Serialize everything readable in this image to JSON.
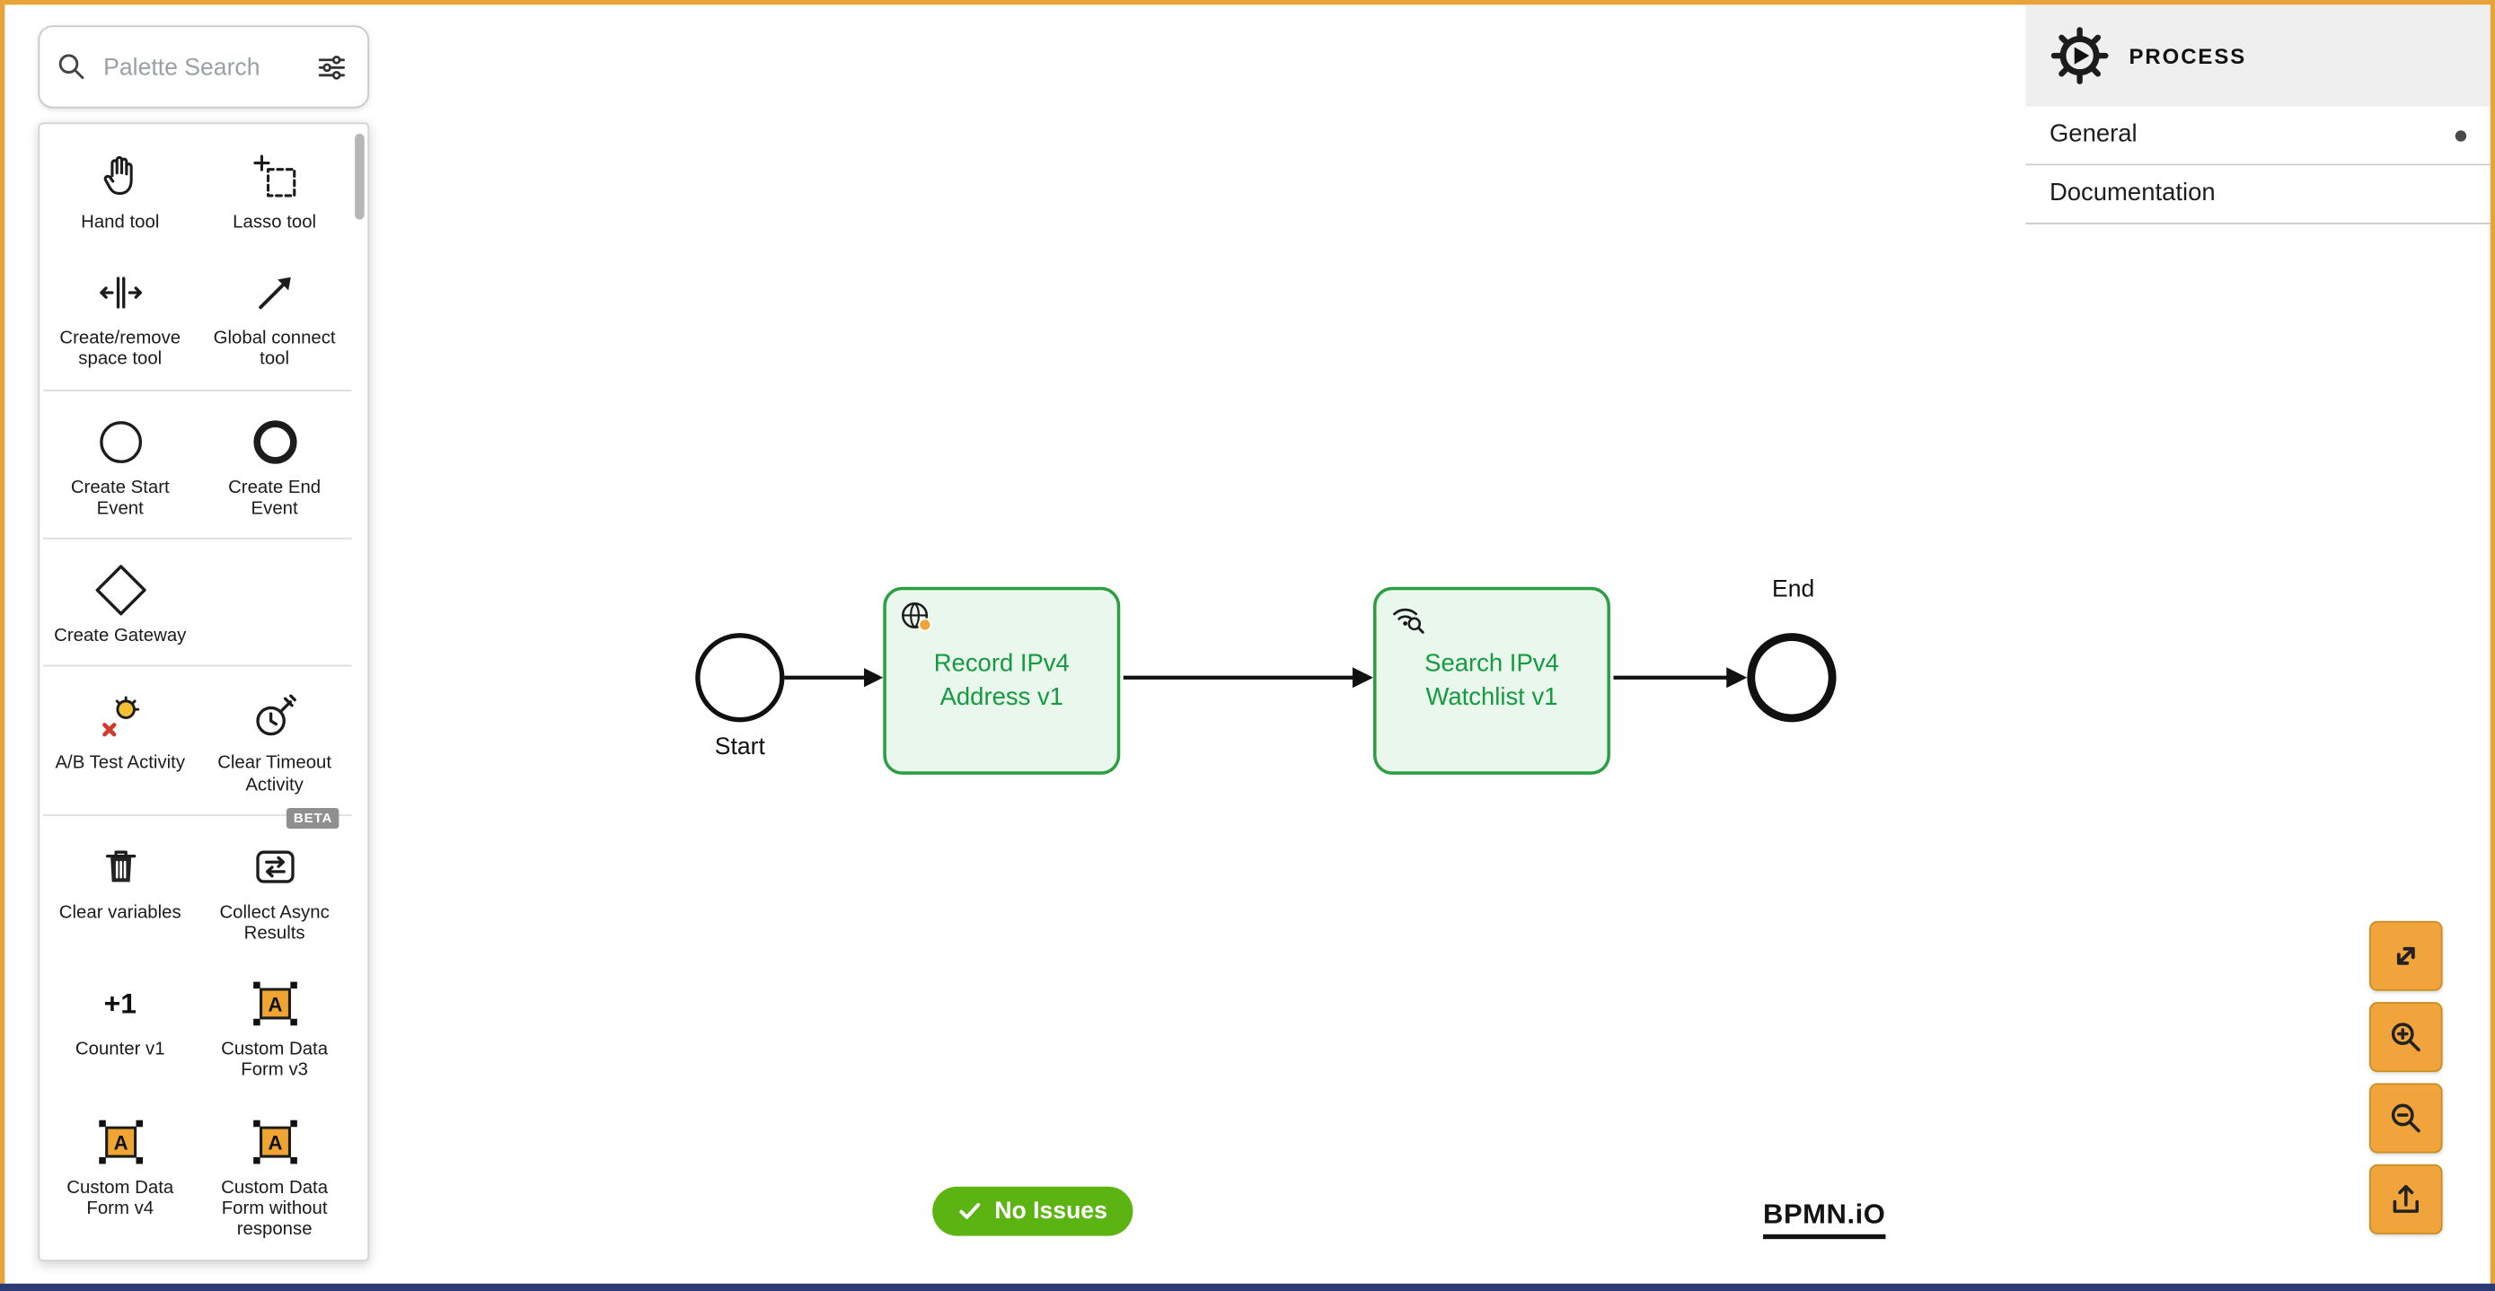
{
  "colors": {
    "frame": "#E8A33B",
    "task-border": "#2E9E44",
    "task-fill": "#EAF7ED",
    "task-text": "#149A3F",
    "status-green": "#5CB412",
    "control-orange": "#F2A43C",
    "control-border": "#C88E21"
  },
  "palette": {
    "search_placeholder": "Palette Search",
    "items": [
      {
        "label": "Hand tool",
        "icon": "hand-icon"
      },
      {
        "label": "Lasso tool",
        "icon": "lasso-icon"
      },
      {
        "label": "Create/remove space tool",
        "icon": "space-tool-icon"
      },
      {
        "label": "Global connect tool",
        "icon": "global-connect-icon"
      },
      {
        "label": "Create Start Event",
        "icon": "start-event-icon"
      },
      {
        "label": "Create End Event",
        "icon": "end-event-icon"
      },
      {
        "label": "Create Gateway",
        "icon": "gateway-icon"
      },
      {
        "label": "A/B Test Activity",
        "icon": "ab-test-icon"
      },
      {
        "label": "Clear Timeout Activity",
        "icon": "clear-timeout-icon"
      },
      {
        "label": "Clear variables",
        "icon": "trash-icon"
      },
      {
        "label": "Collect Async Results",
        "icon": "collect-async-icon",
        "badge": "BETA"
      },
      {
        "label": "Counter v1",
        "icon": "counter-icon",
        "glyph": "+1"
      },
      {
        "label": "Custom Data Form v3",
        "icon": "custom-form-icon"
      },
      {
        "label": "Custom Data Form v4",
        "icon": "custom-form-icon"
      },
      {
        "label": "Custom Data Form without response",
        "icon": "custom-form-icon"
      }
    ]
  },
  "diagram": {
    "start_label": "Start",
    "end_label": "End",
    "tasks": [
      {
        "line1": "Record IPv4",
        "line2": "Address v1"
      },
      {
        "line1": "Search IPv4",
        "line2": "Watchlist v1"
      }
    ]
  },
  "status": {
    "label": "No Issues"
  },
  "logo": {
    "text": "BPMN.iO"
  },
  "properties": {
    "title": "PROCESS",
    "rows": [
      {
        "label": "General",
        "has_indicator": true
      },
      {
        "label": "Documentation",
        "has_indicator": false
      }
    ]
  },
  "controls": {
    "buttons": [
      "fit-viewport",
      "zoom-in",
      "zoom-out",
      "export"
    ]
  }
}
